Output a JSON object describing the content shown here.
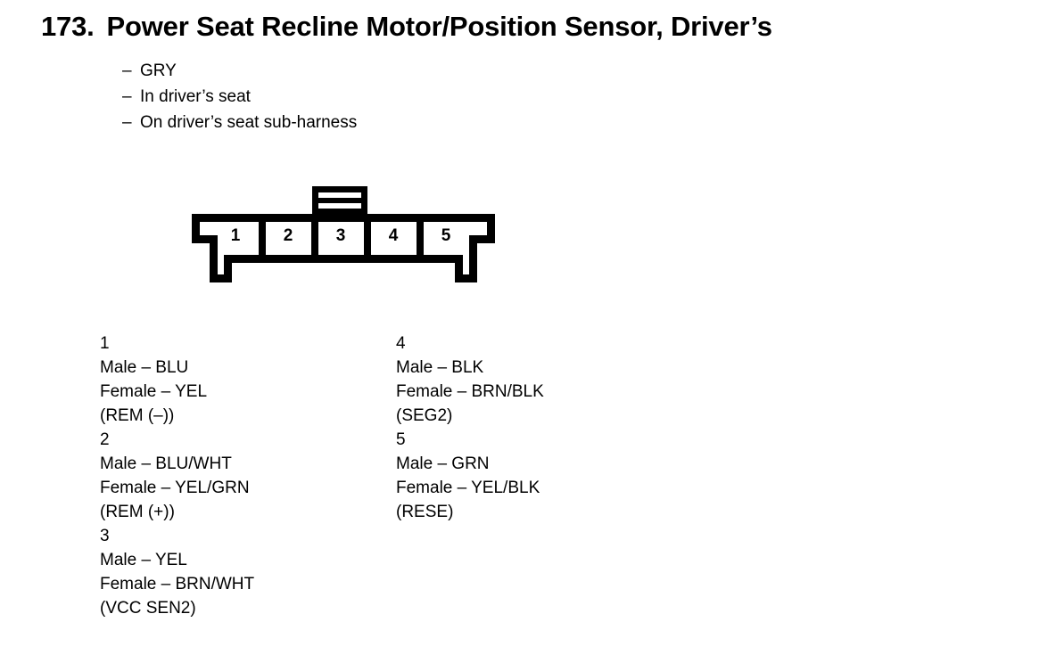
{
  "title": {
    "number": "173.",
    "text": "Power Seat Recline Motor/Position Sensor, Driver’s"
  },
  "notes": {
    "dash": "–",
    "items": [
      "GRY",
      "In driver’s seat",
      "On driver’s seat sub-harness"
    ]
  },
  "connector": {
    "name": "5-pin connector",
    "pin_count": 5,
    "pin_labels": [
      "1",
      "2",
      "3",
      "4",
      "5"
    ],
    "line_color": "#000000",
    "fill_color": "#ffffff"
  },
  "legend": {
    "left_column": [
      {
        "index": "1",
        "male": "Male – BLU",
        "female": "Female – YEL",
        "circuit": "(REM (–))"
      },
      {
        "index": "2",
        "male": "Male – BLU/WHT",
        "female": "Female – YEL/GRN",
        "circuit": "(REM (+))"
      },
      {
        "index": "3",
        "male": "Male – YEL",
        "female": "Female – BRN/WHT",
        "circuit": "(VCC SEN2)"
      }
    ],
    "right_column": [
      {
        "index": "4",
        "male": "Male – BLK",
        "female": "Female – BRN/BLK",
        "circuit": "(SEG2)"
      },
      {
        "index": "5",
        "male": "Male – GRN",
        "female": "Female – YEL/BLK",
        "circuit": "(RESE)"
      }
    ]
  }
}
